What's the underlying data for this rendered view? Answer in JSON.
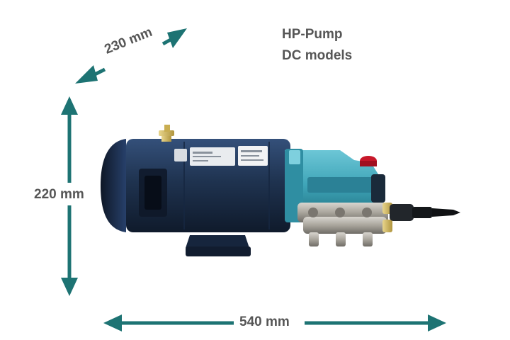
{
  "title": {
    "line1": "HP-Pump",
    "line2": "DC models"
  },
  "dimensions": {
    "depth": "230 mm",
    "height": "220 mm",
    "width": "540 mm"
  },
  "colors": {
    "arrow": "#1d7373",
    "text": "#565656",
    "motor": "#1f3350",
    "pump_head": "#3fa5b8",
    "manifold": "#a9a59c",
    "valve_cap": "#c8182a"
  }
}
